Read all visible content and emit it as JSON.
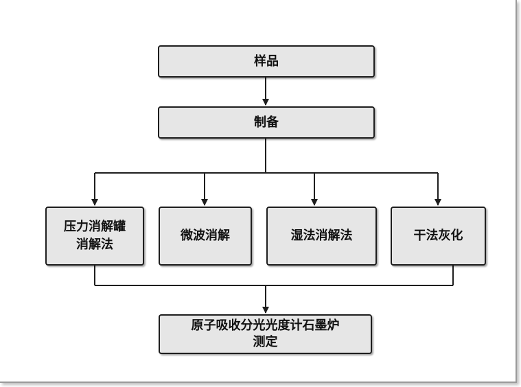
{
  "flowchart": {
    "top": "样品",
    "prep": "制备",
    "methods": [
      {
        "line1": "压力消解罐",
        "line2": "消解法"
      },
      {
        "line1": "微波消解",
        "line2": ""
      },
      {
        "line1": "湿法消解法",
        "line2": ""
      },
      {
        "line1": "干法灰化",
        "line2": ""
      }
    ],
    "final": {
      "line1": "原子吸收分光光度计石墨炉",
      "line2": "测定"
    }
  }
}
